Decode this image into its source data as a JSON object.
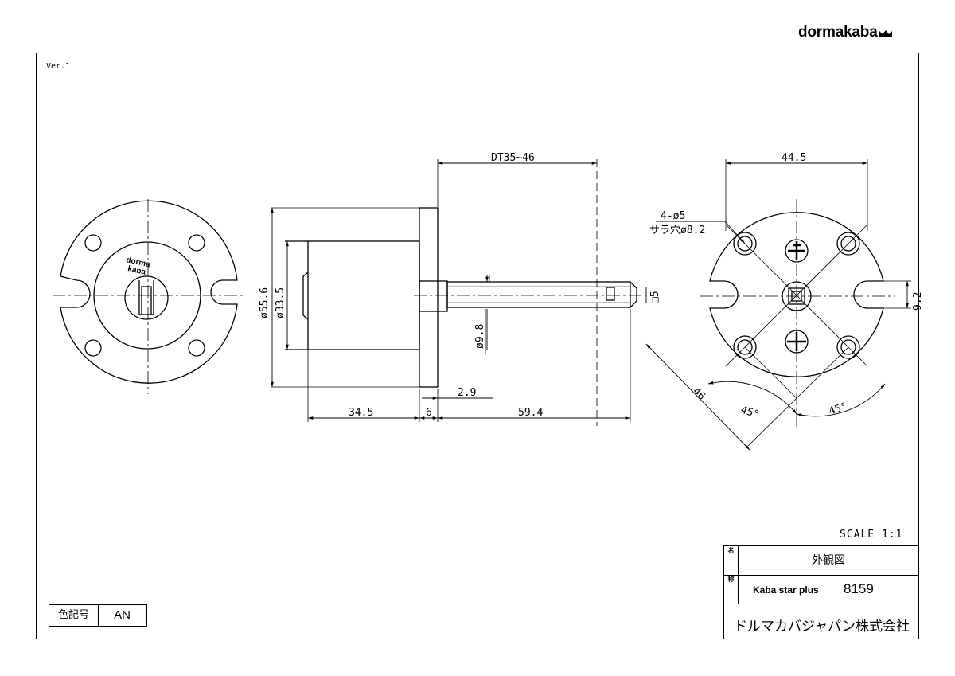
{
  "brand": {
    "name": "dormakaba"
  },
  "version": "Ver.1",
  "dimensions": {
    "dt_range": "DT35~46",
    "front_dia": "ø55.6",
    "body_dia": "ø33.5",
    "body_len": "34.5",
    "flange_thk": "6",
    "tail_len": "59.4",
    "step": "2.9",
    "shaft_dia": "ø9.8",
    "tail_square": "□5",
    "width": "44.5",
    "holes": "4-ø5",
    "countersink": "サラ穴ø8.2",
    "slot": "9.2",
    "diag": "46",
    "angle_left": "45°",
    "angle_right": "45°"
  },
  "scale": "SCALE 1:1",
  "title_block": {
    "name_label_top": "名",
    "name_label_bottom": "称",
    "drawing_name": "外観図",
    "model": "Kaba star plus",
    "number": "8159",
    "company": "ドルマカバジャパン株式会社"
  },
  "color_code": {
    "label": "色記号",
    "value": "AN"
  }
}
